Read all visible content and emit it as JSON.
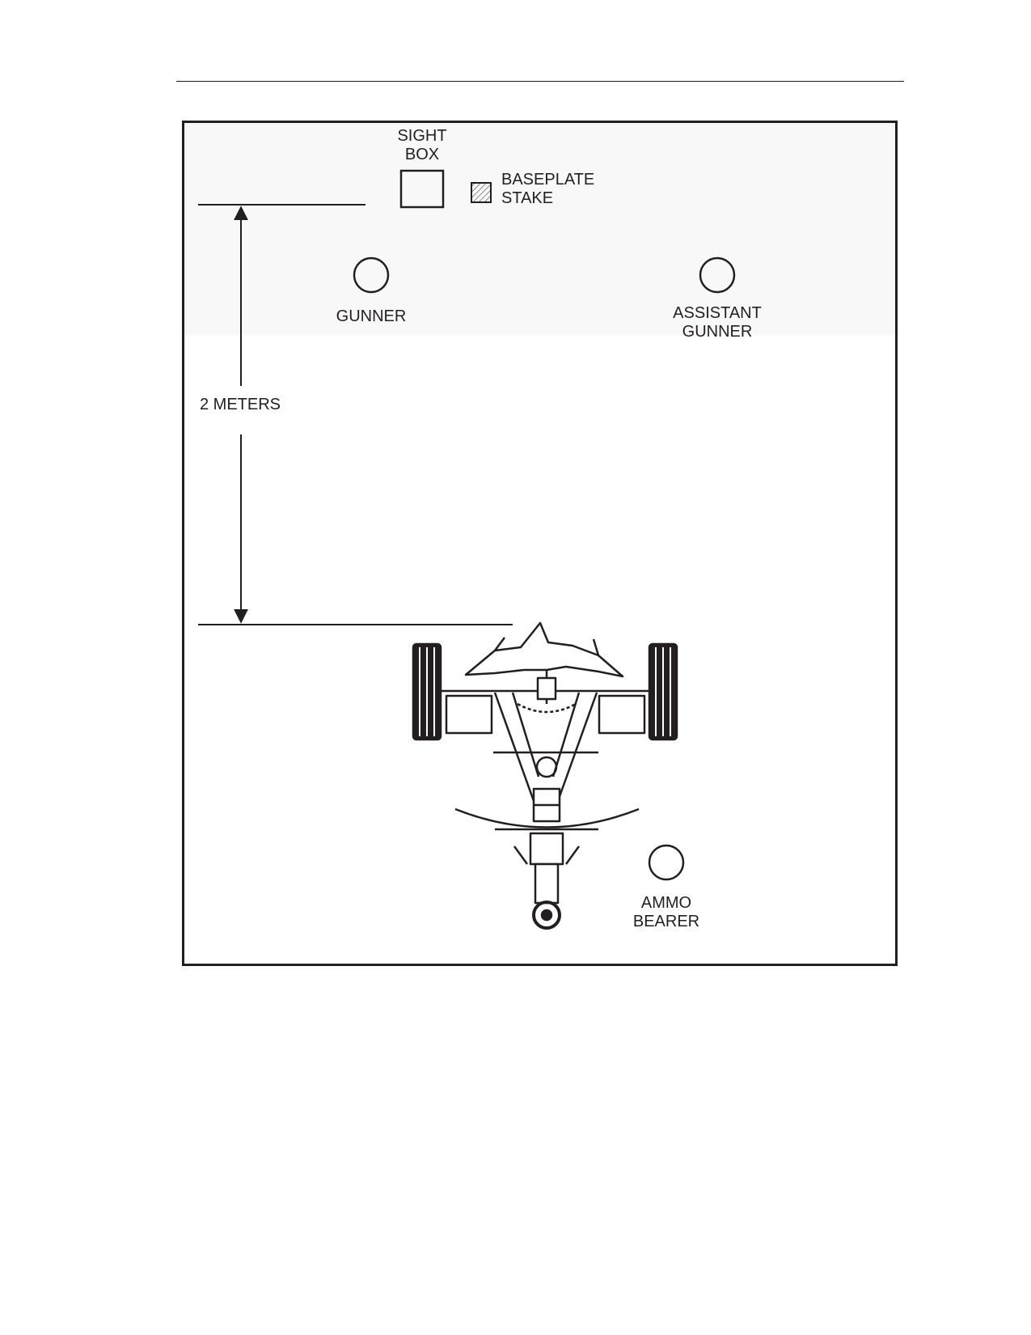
{
  "labels": {
    "sight_box": [
      "SIGHT",
      "BOX"
    ],
    "baseplate_stake": [
      "BASEPLATE",
      "STAKE"
    ],
    "gunner": "GUNNER",
    "assistant_gunner": [
      "ASSISTANT",
      "GUNNER"
    ],
    "distance": "2 METERS",
    "ammo_bearer": [
      "AMMO",
      "BEARER"
    ]
  },
  "colors": {
    "ink": "#231f20",
    "paper": "#ffffff",
    "shade": "#f8f8f8"
  },
  "icons": {
    "position_marker": "circle-outline",
    "sight_box_marker": "square-outline",
    "baseplate_stake_marker": "hatched-square",
    "weapon": "towed-mortar-top-view"
  }
}
